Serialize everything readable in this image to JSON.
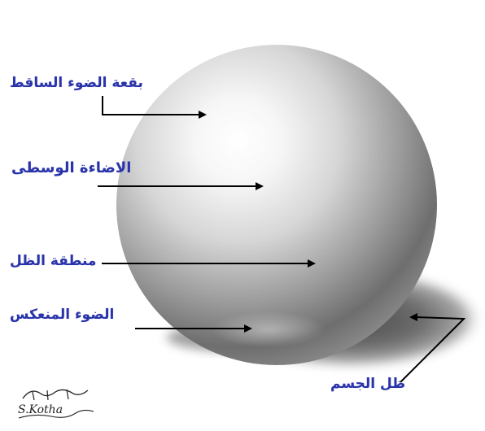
{
  "labels": {
    "highlight": "بقعة الضوء الساقط",
    "middle_light": "الاضاءة الوسطى",
    "shadow_area": "منطقة الظل",
    "reflected_light": "الضوء المنعكس",
    "cast_shadow": "ظل الجسم"
  },
  "signature": "S.Kotha",
  "colors": {
    "label": "#2a34a8",
    "arrow": "#000000",
    "background": "#ffffff"
  }
}
